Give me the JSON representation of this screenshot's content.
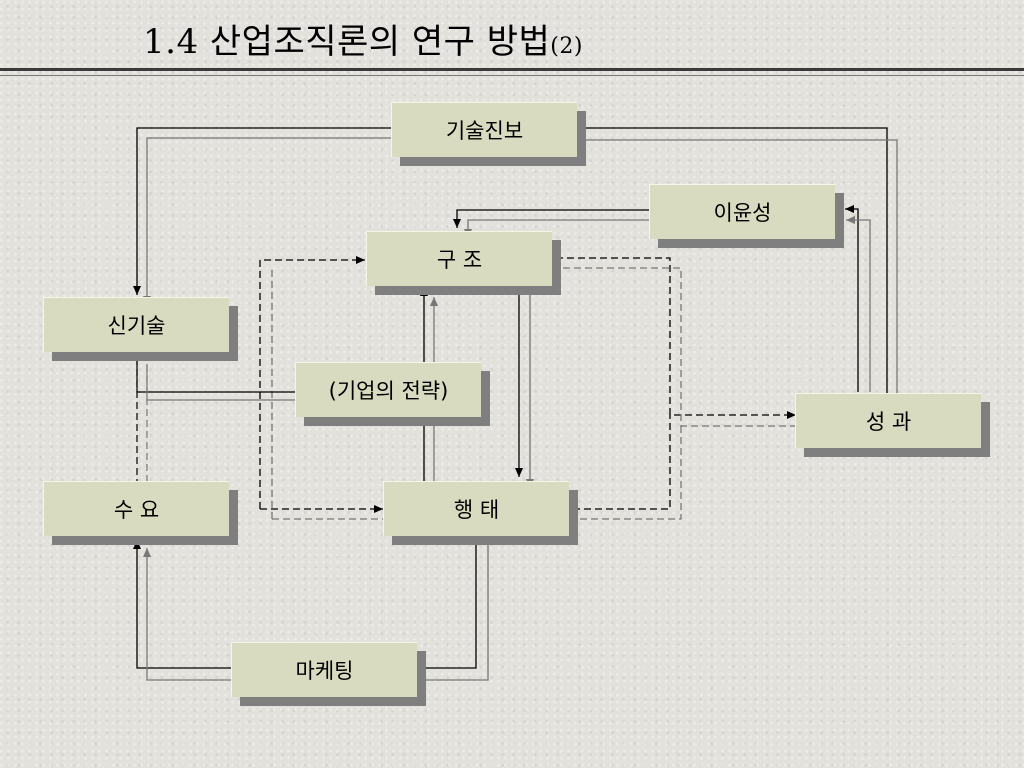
{
  "title": {
    "main": "1.4 산업조직론의 연구 방법",
    "suffix": "(2)"
  },
  "nodes": {
    "tech_progress": "기술진보",
    "profitability": "이윤성",
    "structure": "구 조",
    "new_tech": "신기술",
    "strategy": "(기업의 전략)",
    "performance": "성 과",
    "demand": "수 요",
    "conduct": "행 태",
    "marketing": "마케팅"
  }
}
